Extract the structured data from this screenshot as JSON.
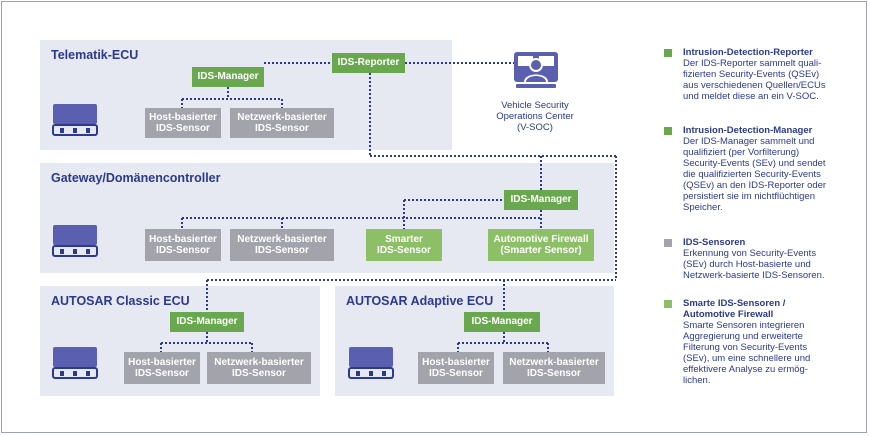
{
  "colors": {
    "green": "#6aa84f",
    "green_light": "#8cbf66",
    "grey": "#a3a3ab",
    "navy": "#2b3a8c",
    "panel": "#e6e8f2",
    "connector": "#2b3a8c"
  },
  "panels": {
    "telematik": {
      "title": "Telematik-ECU"
    },
    "gateway": {
      "title": "Gateway/Domänencontroller"
    },
    "classic": {
      "title": "AUTOSAR Classic ECU"
    },
    "adaptive": {
      "title": "AUTOSAR Adaptive ECU"
    }
  },
  "boxes": {
    "ids_reporter": "IDS-Reporter",
    "tele_ids_manager": "IDS-Manager",
    "tele_host_sensor": "Host-basierter\nIDS-Sensor",
    "tele_net_sensor": "Netzwerk-basierter\nIDS-Sensor",
    "gw_ids_manager": "IDS-Manager",
    "gw_host_sensor": "Host-basierter\nIDS-Sensor",
    "gw_net_sensor": "Netzwerk-basierter\nIDS-Sensor",
    "gw_smart_sensor": "Smarter\nIDS-Sensor",
    "gw_firewall": "Automotive Firewall\n(Smarter Sensor)",
    "classic_ids_manager": "IDS-Manager",
    "classic_host_sensor": "Host-basierter\nIDS-Sensor",
    "classic_net_sensor": "Netzwerk-basierter\nIDS-Sensor",
    "adaptive_ids_manager": "IDS-Manager",
    "adaptive_host_sensor": "Host-basierter\nIDS-Sensor",
    "adaptive_net_sensor": "Netzwerk-basierter\nIDS-Sensor"
  },
  "vsoc": {
    "label": "Vehicle Security\nOperations Center\n(V-SOC)",
    "icon": "security-operator-icon"
  },
  "legend": [
    {
      "color": "#6aa84f",
      "title": "Intrusion-Detection-Reporter",
      "text": "Der IDS-Reporter sammelt quali-\nfizierten Security-Events (QSEv)\naus verschiedenen Quellen/ECUs\nund meldet diese an ein V-SOC."
    },
    {
      "color": "#6aa84f",
      "title": "Intrusion-Detection-Manager",
      "text": "Der IDS-Manager sammelt und\nqualifiziert (per Vorfilterung)\nSecurity-Events (SEv) und sendet\ndie qualifizierten Security-Events\n(QSEv) an den IDS-Reporter oder\npersistiert sie im nichtflüchtigen\nSpeicher."
    },
    {
      "color": "#a3a3ab",
      "title": "IDS-Sensoren",
      "text": "Erkennung von Security-Events\n(SEv) durch Host-basierte und\nNetzwerk-basierte IDS-Sensoren."
    },
    {
      "color": "#8cbf66",
      "title": "Smarte IDS-Sensoren /\nAutomotive Firewall",
      "text": "Smarte Sensoren integrieren\nAggregierung und erweiterte\nFilterung von Security-Events\n(SEv), um eine schnellere und\neffektivere Analyse zu ermög-\nlichen."
    }
  ]
}
